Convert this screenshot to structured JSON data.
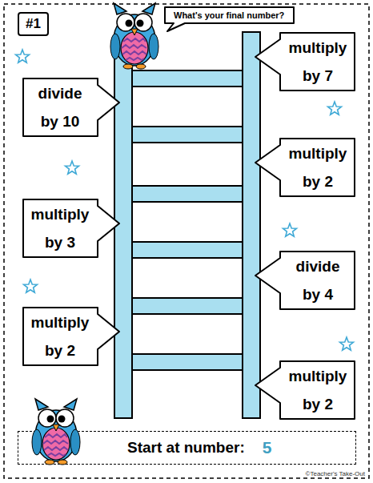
{
  "diagram": {
    "nodes": [
      {
        "text": [
          "#1"
        ]
      },
      {
        "text": [
          "What's your final number?"
        ]
      },
      {
        "text": [
          "multiply by 7"
        ]
      },
      {
        "text": [
          "divide by 10"
        ]
      },
      {
        "text": [
          "multiply by 2"
        ]
      },
      {
        "text": [
          "multiply by 3"
        ]
      },
      {
        "text": [
          "divide by 4"
        ]
      },
      {
        "text": [
          "multiply by 2"
        ]
      },
      {
        "text": [
          "multiply by 2"
        ]
      },
      {
        "text": [
          "Start at number:",
          "5"
        ]
      }
    ],
    "labels": [
      "©Teacher's Take-Out"
    ]
  }
}
